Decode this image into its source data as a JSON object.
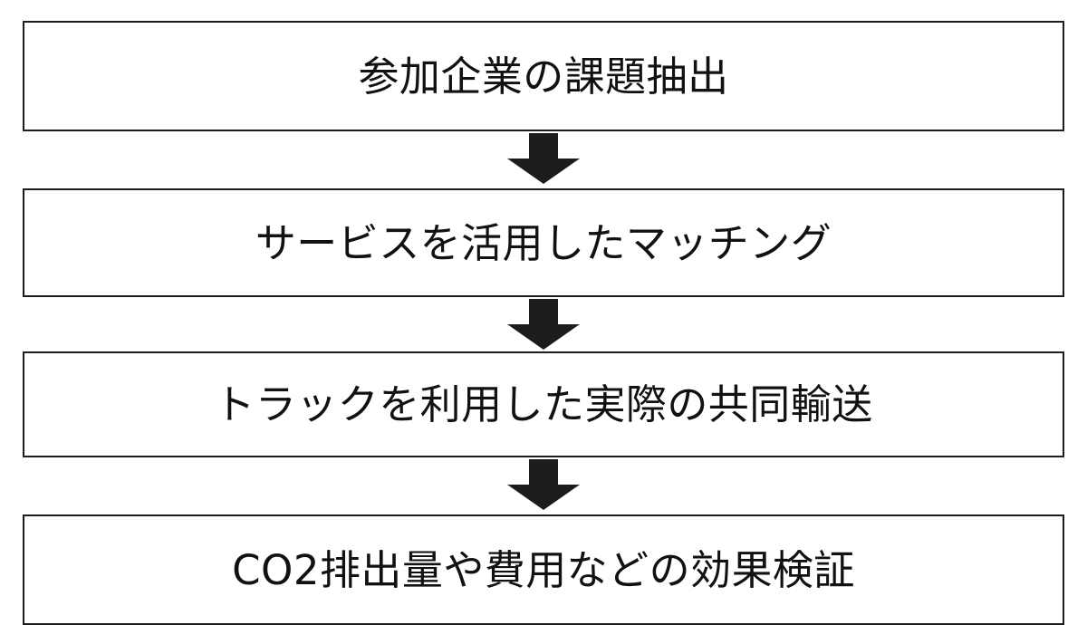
{
  "diagram": {
    "type": "vertical-flowchart",
    "title": "",
    "orientation": "top-to-bottom",
    "background_color": "#ffffff",
    "box_border_color": "#1c1c1c",
    "text_color": "#111111",
    "arrow_color": "#1c1c1c",
    "steps": [
      {
        "id": "step-1",
        "label": "参加企業の課題抽出"
      },
      {
        "id": "step-2",
        "label": "サービスを活用したマッチング"
      },
      {
        "id": "step-3",
        "label": "トラックを利用した実際の共同輸送"
      },
      {
        "id": "step-4",
        "label": "CO2排出量や費用などの効果検証"
      }
    ],
    "connectors": [
      {
        "id": "arrow-1",
        "from": "step-1",
        "to": "step-2",
        "shape": "block-arrow-down"
      },
      {
        "id": "arrow-2",
        "from": "step-2",
        "to": "step-3",
        "shape": "block-arrow-down"
      },
      {
        "id": "arrow-3",
        "from": "step-3",
        "to": "step-4",
        "shape": "block-arrow-down"
      }
    ]
  }
}
